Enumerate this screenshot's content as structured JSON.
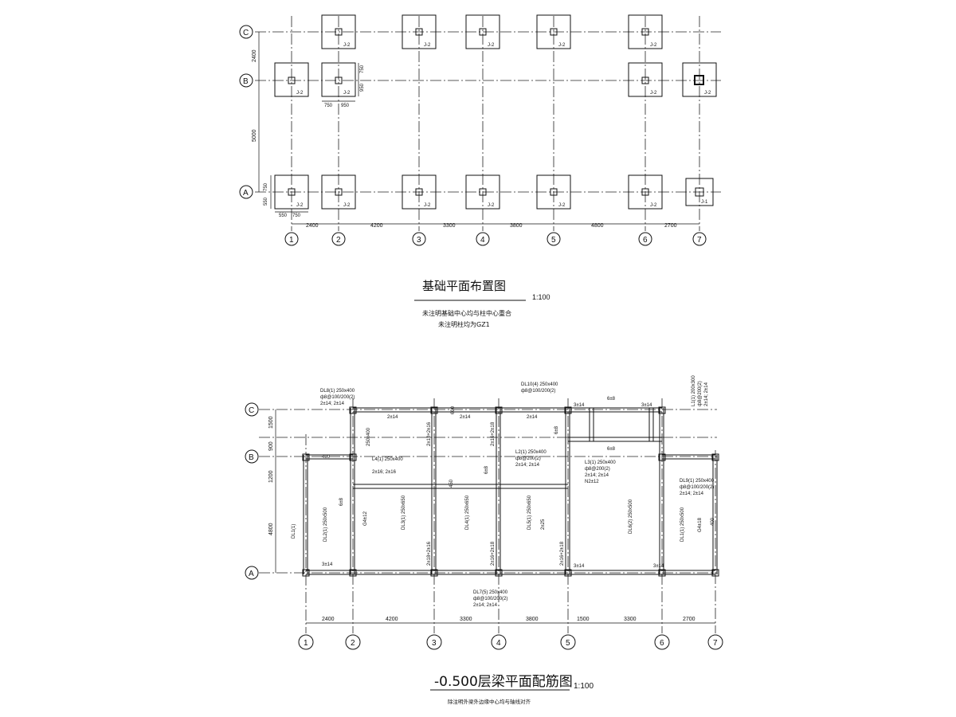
{
  "top_plan": {
    "title": "基础平面布置图",
    "scale": "1:100",
    "note1": "未注明基础中心均与柱中心重合",
    "note2": "未注明柱均为GZ1",
    "axes_x": [
      "1",
      "2",
      "3",
      "4",
      "5",
      "6",
      "7"
    ],
    "axes_y": [
      "C",
      "B",
      "A"
    ],
    "spans_x": [
      "2400",
      "4200",
      "3300",
      "3800",
      "4800",
      "2700"
    ],
    "spans_y": [
      "2400",
      "5000"
    ],
    "detail_dims": [
      "750",
      "950",
      "750",
      "950",
      "550",
      "750",
      "550",
      "750"
    ],
    "footing_label": "J-2",
    "footing_label_small": "J-1"
  },
  "bottom_plan": {
    "title": "-0.500层梁平面配筋图",
    "scale": "1:100",
    "note": "除注明外梁外边缘中心均与轴线对齐",
    "axes_x": [
      "1",
      "2",
      "3",
      "4",
      "5",
      "6",
      "7"
    ],
    "axes_y": [
      "C",
      "B",
      "A"
    ],
    "spans_x": [
      "2400",
      "4200",
      "3300",
      "3800",
      "1500",
      "3300",
      "2700"
    ],
    "spans_y": [
      "1500",
      "900",
      "1200",
      "4800"
    ],
    "beam_labels": [
      "DL8(1) 250x400",
      "ф8@100/200(2)",
      "2±14; 2±14",
      "DL10(4) 250x400",
      "ф8@100/200(2)",
      "L1(1) 200x300",
      "ф8@200(2)",
      "2±14; 2±14",
      "L4(1) 250x400",
      "2±16; 2±16",
      "L2(1) 250x400",
      "ф8@200(2)",
      "2±14; 2±14",
      "L3(1) 250x400",
      "ф8@200(2)",
      "2±14; 2±14",
      "N2±12",
      "DL9(1) 250x400",
      "ф8@100/200(2)",
      "2±14; 2±14",
      "DL2(1) 250x500",
      "DL3(1) 250x650",
      "DL4(1) 250x650",
      "DL5(1) 250x650",
      "DL6(2) 250x500",
      "DL1(1) 250x500",
      "DL1(1)",
      "G4±12",
      "DL7(5) 250x400",
      "ф8@100/200(2)",
      "2±14; 2±14",
      "2±14",
      "3±14",
      "2±18+2±16",
      "6±8",
      "2±16+2±18",
      "2±25",
      "G4±18",
      "400",
      "600",
      "450",
      "250x400"
    ]
  }
}
